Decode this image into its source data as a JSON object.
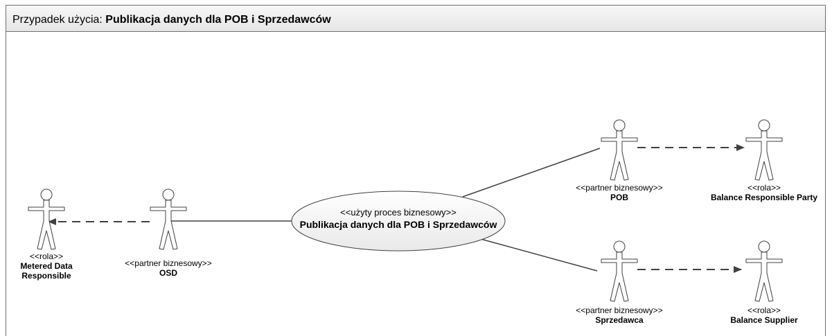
{
  "frame": {
    "title_prefix": "Przypadek użycia: ",
    "title_name": "Publikacja danych dla POB i Sprzedawców"
  },
  "use_case": {
    "stereotype": "<<użyty proces biznesowy>>",
    "name": "Publikacja danych dla POB i Sprzedawców"
  },
  "actors": {
    "metered": {
      "stereotype": "<<rola>>",
      "name_line1": "Metered Data",
      "name_line2": "Responsible"
    },
    "osd": {
      "stereotype": "<<partner biznesowy>>",
      "name": "OSD"
    },
    "pob": {
      "stereotype": "<<partner biznesowy>>",
      "name": "POB"
    },
    "brp": {
      "stereotype": "<<rola>>",
      "name": "Balance Responsible Party"
    },
    "sprzedawca": {
      "stereotype": "<<partner biznesowy>>",
      "name": "Sprzedawca"
    },
    "supplier": {
      "stereotype": "<<rola>>",
      "name": "Balance Supplier"
    }
  },
  "colors": {
    "line": "#404040",
    "ellipse_fill_top": "#ffffff",
    "ellipse_fill_bottom": "#e9e9e9"
  }
}
